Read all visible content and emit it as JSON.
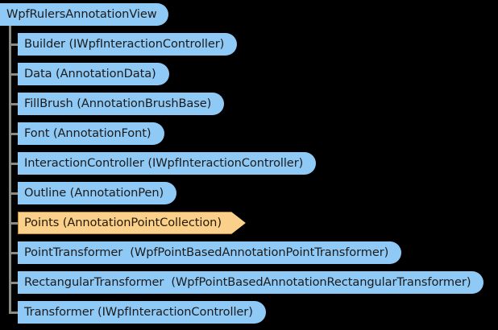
{
  "diagram": {
    "type": "class-member-tree",
    "colors": {
      "background": "#000000",
      "node_fill": "#8fc9f5",
      "highlight_fill": "#fbd08a",
      "highlight_border": "#c08a32",
      "connector": "#8a8a80",
      "text": "#1b1b1b"
    },
    "root": {
      "label": "WpfRulersAnnotationView"
    },
    "members": [
      {
        "label": "Builder (IWpfInteractionController)",
        "highlighted": false
      },
      {
        "label": "Data (AnnotationData)",
        "highlighted": false
      },
      {
        "label": "FillBrush (AnnotationBrushBase)",
        "highlighted": false
      },
      {
        "label": "Font (AnnotationFont)",
        "highlighted": false
      },
      {
        "label": "InteractionController (IWpfInteractionController)",
        "highlighted": false
      },
      {
        "label": "Outline (AnnotationPen)",
        "highlighted": false
      },
      {
        "label": "Points (AnnotationPointCollection)",
        "highlighted": true
      },
      {
        "label": "PointTransformer  (WpfPointBasedAnnotationPointTransformer)",
        "highlighted": false
      },
      {
        "label": "RectangularTransformer  (WpfPointBasedAnnotationRectangularTransformer)",
        "highlighted": false
      },
      {
        "label": "Transformer (IWpfInteractionController)",
        "highlighted": false
      }
    ]
  }
}
